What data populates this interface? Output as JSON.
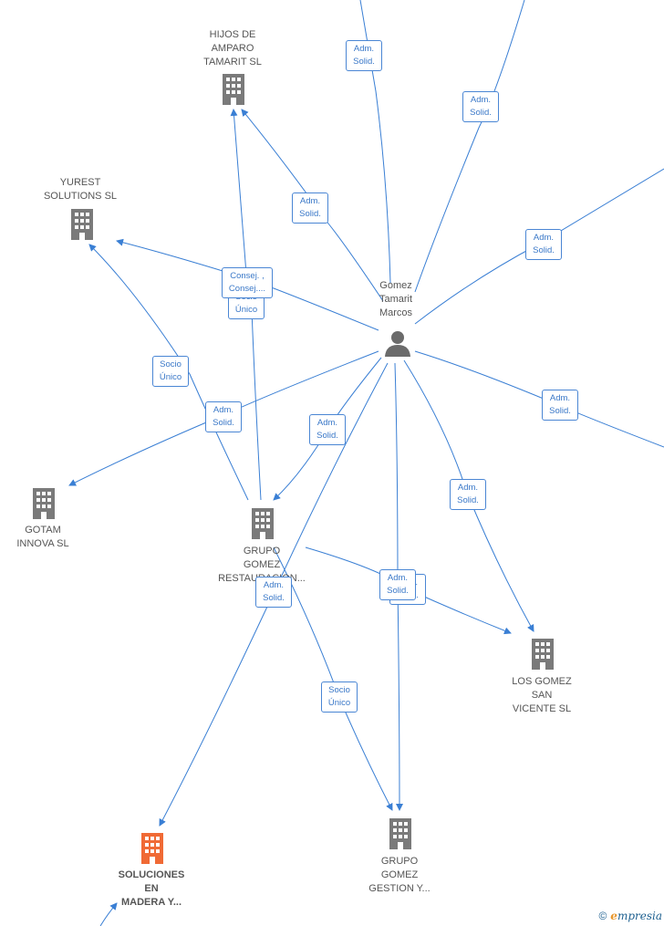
{
  "colors": {
    "edge": "#3a7fd4",
    "building": "#7a7a7a",
    "highlight": "#f06a35",
    "person": "#6b6b6b"
  },
  "person": {
    "label": "Gomez\nTamarit\nMarcos",
    "icon": "person-icon"
  },
  "companies": [
    {
      "id": "hijos",
      "label": "HIJOS DE\nAMPARO\nTAMARIT SL",
      "highlight": false
    },
    {
      "id": "yurest",
      "label": "YUREST\nSOLUTIONS  SL",
      "highlight": false
    },
    {
      "id": "gotam",
      "label": "GOTAM\nINNOVA  SL",
      "highlight": false
    },
    {
      "id": "grupo_rest",
      "label": "GRUPO\nGOMEZ\nRESTAURACION...",
      "highlight": false
    },
    {
      "id": "los_gomez",
      "label": "LOS GOMEZ\nSAN\nVICENTE  SL",
      "highlight": false
    },
    {
      "id": "grupo_gest",
      "label": "GRUPO\nGOMEZ\nGESTION Y...",
      "highlight": false
    },
    {
      "id": "soluciones",
      "label": "SOLUCIONES\nEN\nMADERA Y...",
      "highlight": true
    }
  ],
  "edge_labels": [
    {
      "id": "e1",
      "text": "Adm.\nSolid."
    },
    {
      "id": "e2",
      "text": "Adm.\nSolid."
    },
    {
      "id": "e3",
      "text": "Adm.\nSolid."
    },
    {
      "id": "e4",
      "text": "Adm.\nSolid."
    },
    {
      "id": "e5a",
      "text": "Socio\nÚnico"
    },
    {
      "id": "e5",
      "text": "Consej. ,\nConsej...."
    },
    {
      "id": "e6",
      "text": "Socio\nÚnico"
    },
    {
      "id": "e7",
      "text": "Adm.\nSolid."
    },
    {
      "id": "e8",
      "text": "Adm.\nSolid."
    },
    {
      "id": "e9",
      "text": "Adm.\nSolid."
    },
    {
      "id": "e10",
      "text": "Adm.\nSolid."
    },
    {
      "id": "e11b",
      "text": "Adm.\nSolid."
    },
    {
      "id": "e11",
      "text": "Adm.\nSolid."
    },
    {
      "id": "e12",
      "text": "Adm.\nSolid."
    },
    {
      "id": "e13",
      "text": "Socio\nÚnico"
    }
  ],
  "watermark": {
    "copyright": "©",
    "brand_initial": "e",
    "brand_rest": "mpresia"
  }
}
